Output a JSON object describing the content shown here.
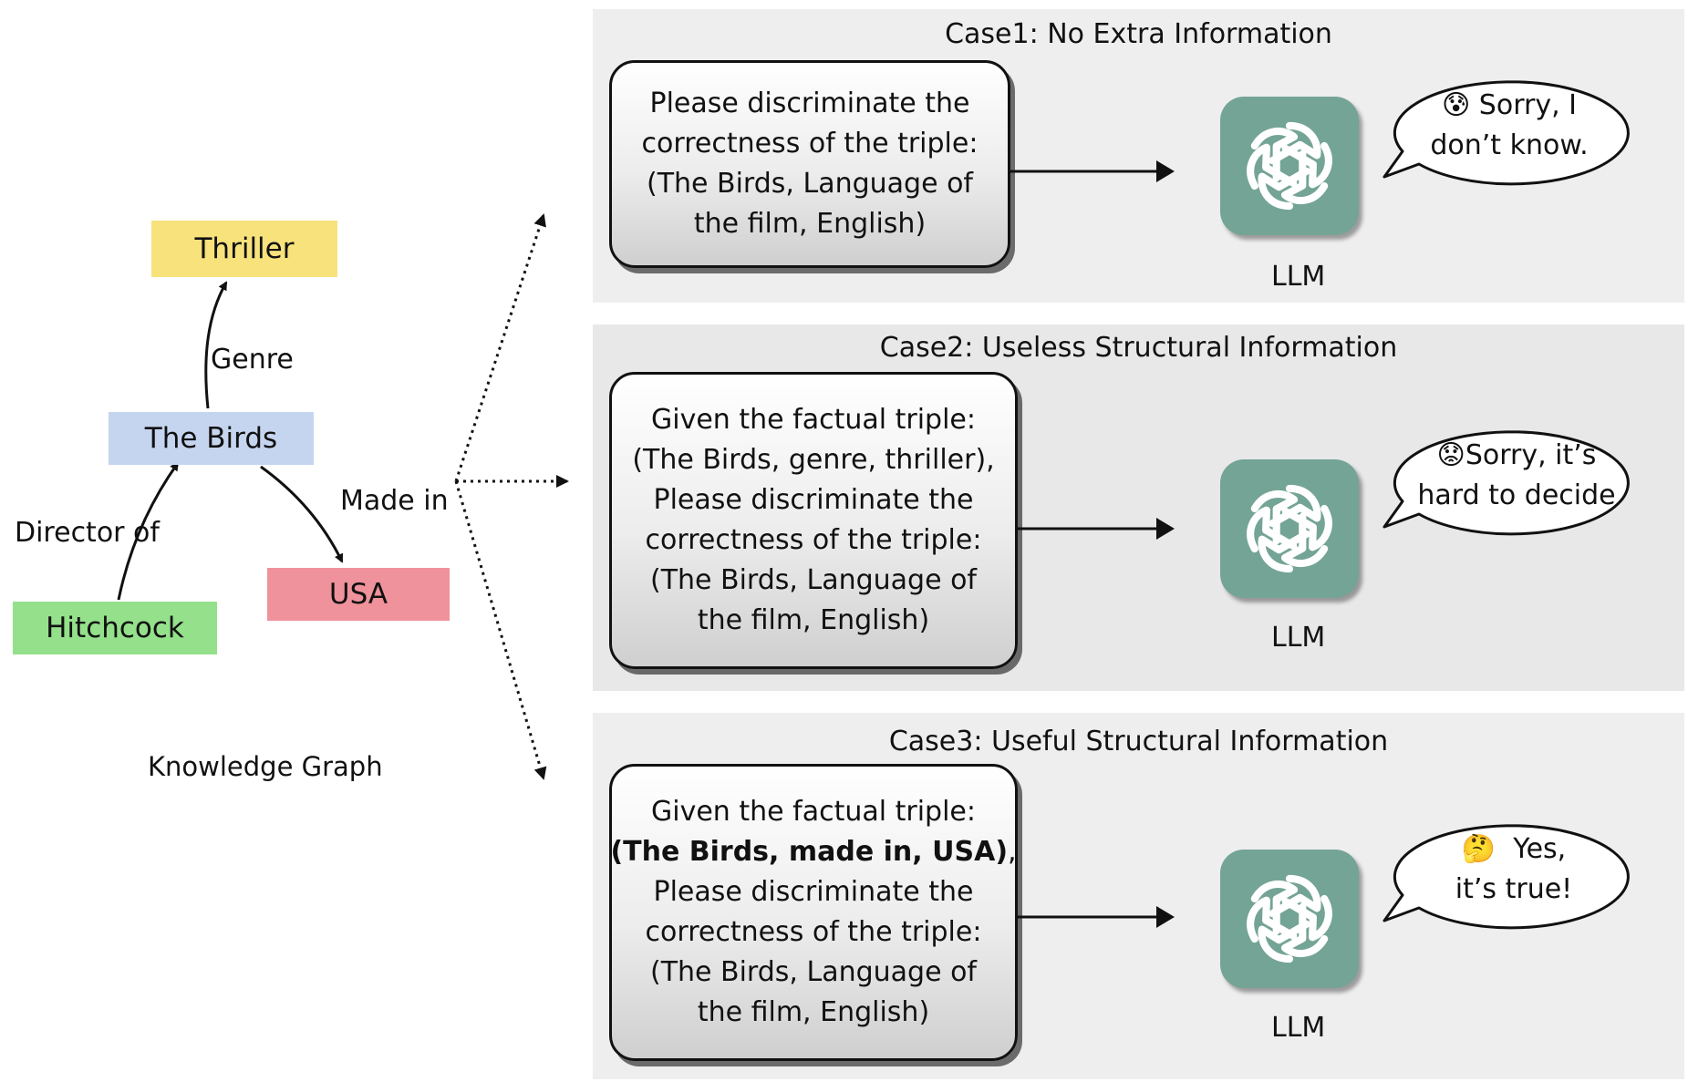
{
  "knowledge_graph": {
    "caption": "Knowledge Graph",
    "nodes": {
      "thriller": {
        "label": "Thriller",
        "color": "#f8e27c"
      },
      "the_birds": {
        "label": "The Birds",
        "color": "#c6d5ef"
      },
      "hitchcock": {
        "label": "Hitchcock",
        "color": "#94e08b"
      },
      "usa": {
        "label": "USA",
        "color": "#f0929b"
      }
    },
    "edges": {
      "genre": "Genre",
      "director_of": "Director of",
      "made_in": "Made in"
    }
  },
  "cases": [
    {
      "title": "Case1: No Extra Information",
      "prompt_lines": [
        "Please discriminate the",
        "correctness of the triple:",
        "(The Birds, Language of",
        "the film, English)"
      ],
      "llm_label": "LLM",
      "emoji": "😰",
      "response_lines": [
        "Sorry, I",
        "don’t know."
      ]
    },
    {
      "title": "Case2: Useless Structural Information",
      "prompt_lines": [
        "Given the factual triple:",
        "(The Birds, genre, thriller),",
        "Please discriminate the",
        "correctness of the triple:",
        "(The Birds, Language of",
        "the film, English)"
      ],
      "llm_label": "LLM",
      "emoji": "😟",
      "response_lines": [
        "Sorry, it’s",
        "hard to decide"
      ]
    },
    {
      "title": "Case3: Useful Structural Information",
      "prompt_line1": "Given the factual triple:",
      "prompt_bold": "(The Birds, made in, USA)",
      "prompt_bold_suffix": ",",
      "prompt_lines_rest": [
        "Please discriminate the",
        "correctness of the triple:",
        "(The Birds, Language of",
        "the film, English)"
      ],
      "llm_label": "LLM",
      "emoji": "🤔",
      "response_lines": [
        "Yes,",
        "it’s true!"
      ]
    }
  ],
  "colors": {
    "panel_bg": "#eeeeee",
    "llm_tile": "#74a496"
  }
}
